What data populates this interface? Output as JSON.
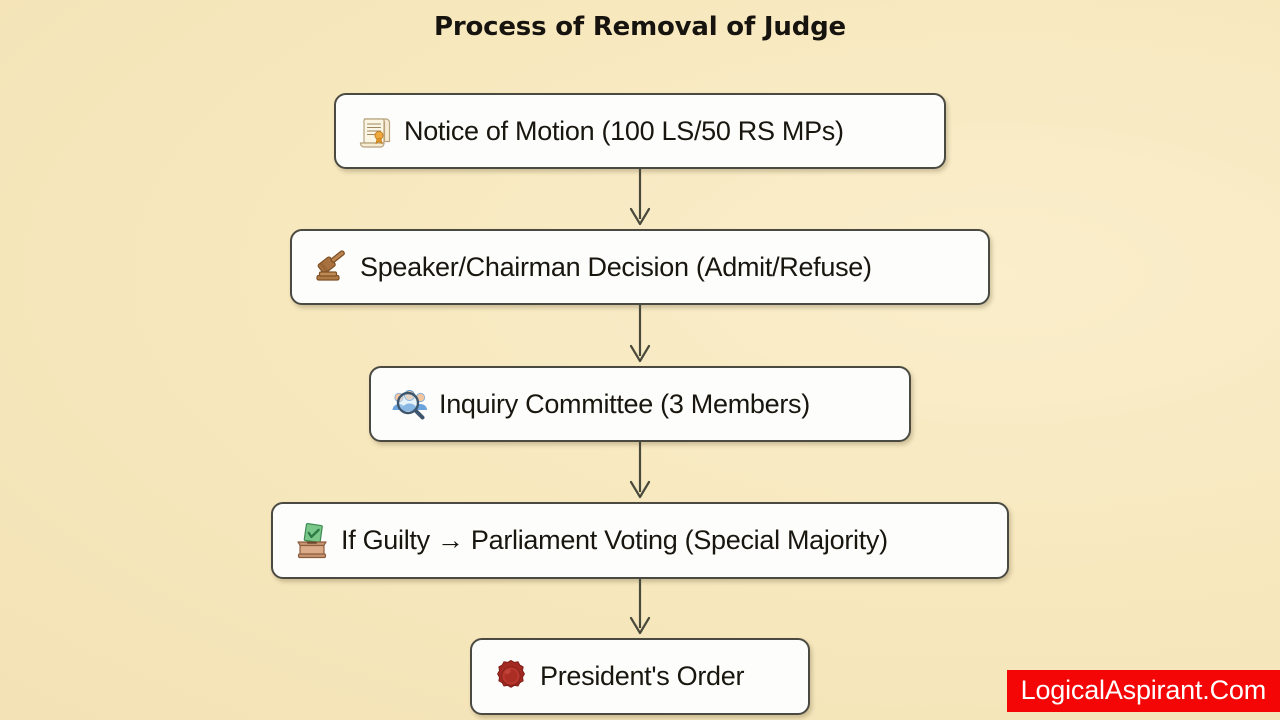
{
  "page": {
    "title": "Process of Removal of Judge",
    "background_color": "#f7e8be"
  },
  "flow": {
    "nodes": [
      {
        "id": "notice-of-motion",
        "icon": "scroll-icon",
        "label": "Notice of Motion (100 LS/50 RS MPs)"
      },
      {
        "id": "speaker-chairman-decision",
        "icon": "gavel-icon",
        "label": "Speaker/Chairman Decision (Admit/Refuse)"
      },
      {
        "id": "inquiry-committee",
        "icon": "inquiry-people-magnifier-icon",
        "label": "Inquiry Committee (3 Members)"
      },
      {
        "id": "parliament-voting",
        "icon": "ballot-box-icon",
        "label": "If Guilty → Parliament Voting (Special Majority)"
      },
      {
        "id": "presidents-order",
        "icon": "wax-seal-icon",
        "label": "President's Order"
      }
    ],
    "connectors": [
      {
        "id": "arrow-1",
        "from": "notice-of-motion",
        "to": "speaker-chairman-decision",
        "direction": "down"
      },
      {
        "id": "arrow-2",
        "from": "speaker-chairman-decision",
        "to": "inquiry-committee",
        "direction": "down"
      },
      {
        "id": "arrow-3",
        "from": "inquiry-committee",
        "to": "parliament-voting",
        "direction": "down"
      },
      {
        "id": "arrow-4",
        "from": "parliament-voting",
        "to": "presidents-order",
        "direction": "down"
      }
    ],
    "node_style": {
      "fill": "#fdfdfb",
      "border_color": "#4a4a42",
      "text_color": "#18160f",
      "arrow_color": "#4a4a3c"
    }
  },
  "watermark": {
    "text": "LogicalAspirant.Com",
    "background_color": "#f40606",
    "text_color": "#ffffff"
  }
}
